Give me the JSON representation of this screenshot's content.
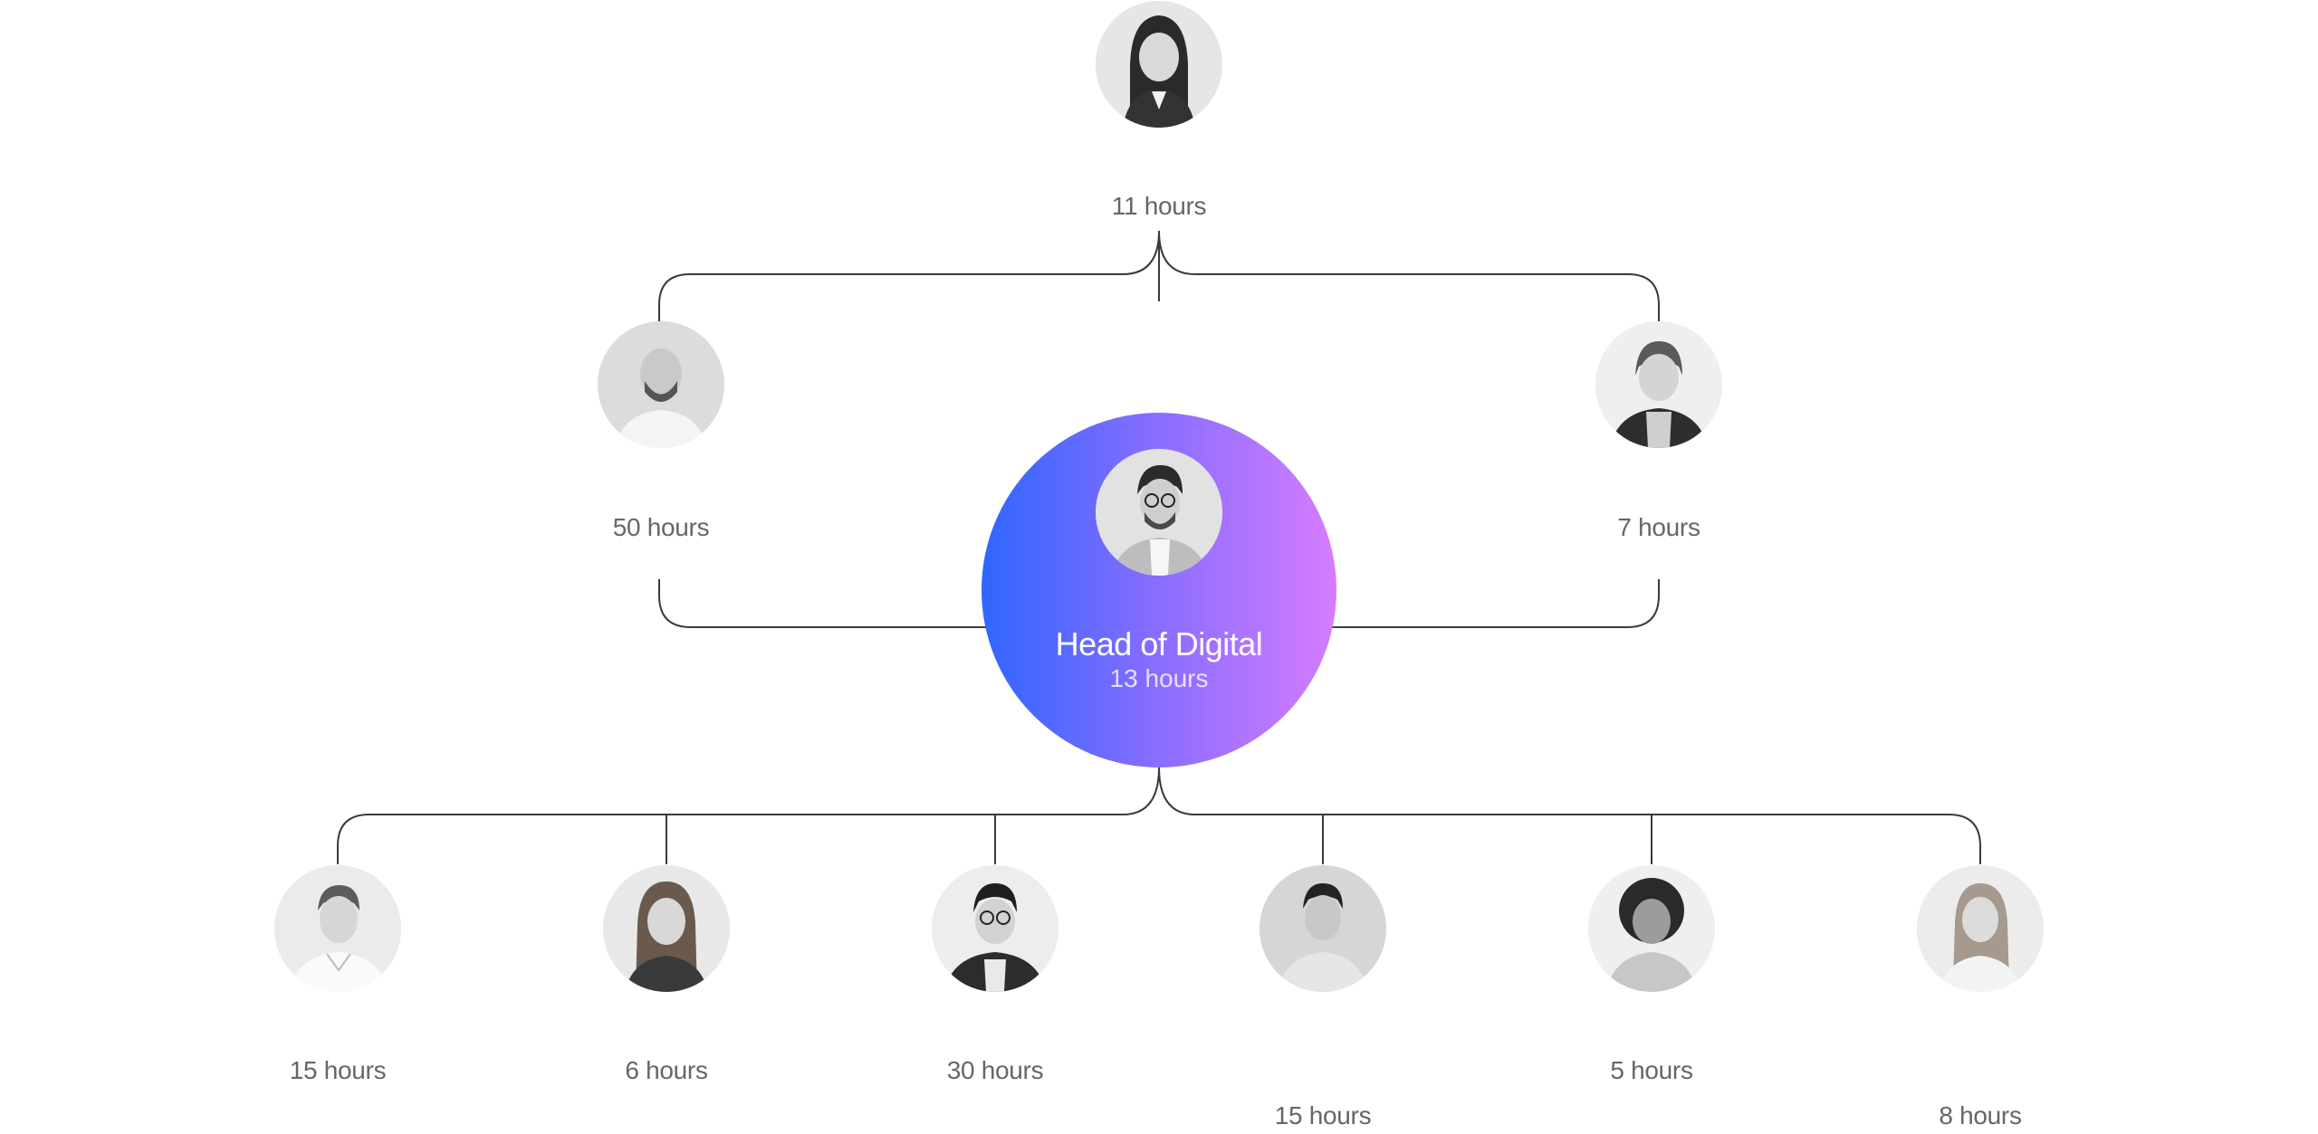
{
  "center": {
    "title": "Head of Digital",
    "hours": "13 hours",
    "avatar_icon": "person-glasses-avatar"
  },
  "top": {
    "hours": "11 hours",
    "avatar_icon": "person-long-hair-avatar"
  },
  "peers": [
    {
      "hours": "50 hours",
      "avatar_icon": "person-bald-avatar"
    },
    {
      "hours": "7 hours",
      "avatar_icon": "person-short-hair-avatar"
    }
  ],
  "reports": [
    {
      "hours": "15 hours",
      "avatar_icon": "person-shirt-avatar"
    },
    {
      "hours": "6 hours",
      "avatar_icon": "person-wavy-hair-avatar"
    },
    {
      "hours": "30 hours",
      "avatar_icon": "person-glasses-jacket-avatar"
    },
    {
      "hours": "15 hours",
      "avatar_icon": "person-collar-avatar"
    },
    {
      "hours": "5 hours",
      "avatar_icon": "person-curly-hair-avatar"
    },
    {
      "hours": "8 hours",
      "avatar_icon": "person-blonde-avatar"
    }
  ],
  "colors": {
    "gradient_start": "#2f66ff",
    "gradient_end": "#d57cff",
    "line": "#3a3a3a",
    "label": "#666666"
  }
}
